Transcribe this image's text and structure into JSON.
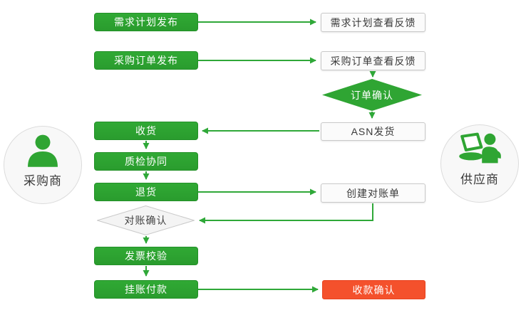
{
  "actors": {
    "buyer": {
      "label": "采购商",
      "icon": "person-icon"
    },
    "supplier": {
      "label": "供应商",
      "icon": "person-laptop-icon"
    }
  },
  "nodes": {
    "demand_plan_publish": {
      "label": "需求计划发布",
      "type": "process"
    },
    "po_publish": {
      "label": "采购订单发布",
      "type": "process"
    },
    "receive_goods": {
      "label": "收货",
      "type": "process"
    },
    "quality_check": {
      "label": "质检协同",
      "type": "process"
    },
    "return_goods": {
      "label": "退货",
      "type": "process"
    },
    "reconcile_confirm": {
      "label": "对账确认",
      "type": "decision"
    },
    "invoice_verify": {
      "label": "发票校验",
      "type": "process"
    },
    "pending_payment": {
      "label": "挂账付款",
      "type": "process"
    },
    "demand_plan_feedback": {
      "label": "需求计划查看反馈",
      "type": "document"
    },
    "po_feedback": {
      "label": "采购订单查看反馈",
      "type": "document"
    },
    "order_confirm": {
      "label": "订单确认",
      "type": "decision"
    },
    "asn_ship": {
      "label": "ASN发货",
      "type": "document"
    },
    "create_statement": {
      "label": "创建对账单",
      "type": "document"
    },
    "receipt_confirm": {
      "label": "收款确认",
      "type": "highlight"
    }
  },
  "colors": {
    "green": "#2fa533",
    "green_line": "#2fa838",
    "red": "#f4512c",
    "box_border": "#c9c9c9",
    "light_fill": "#f4f4f4",
    "text_dark": "#3a3a3a",
    "white": "#ffffff"
  }
}
